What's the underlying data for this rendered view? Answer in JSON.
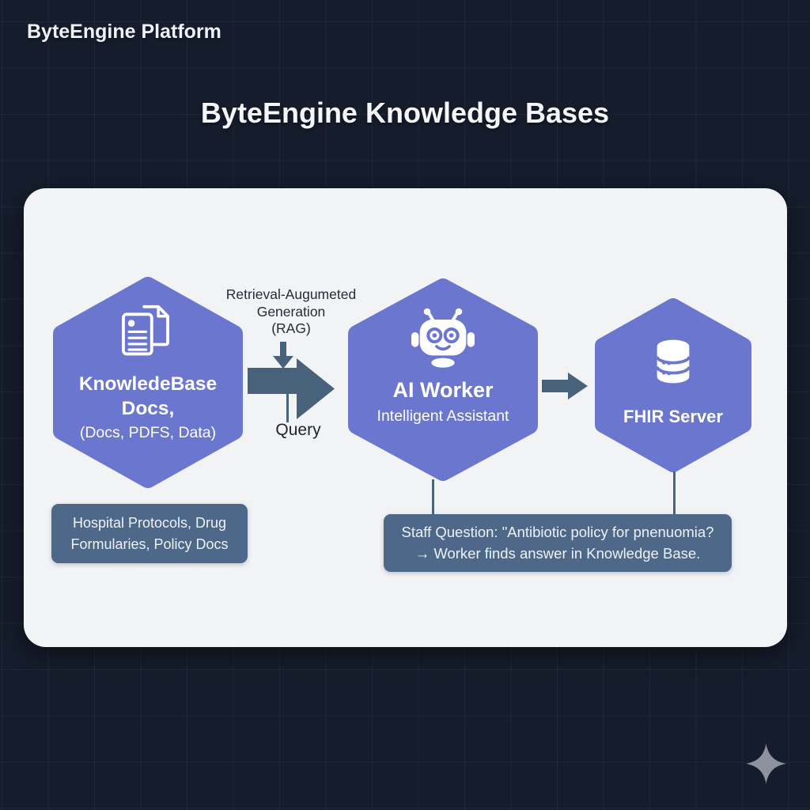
{
  "header": {
    "platform_label": "ByteEngine Platform",
    "title": "ByteEngine Knowledge Bases"
  },
  "diagram": {
    "knowledge_node": {
      "icon": "documents-icon",
      "title_line1": "KnowledeBase",
      "title_line2": "Docs,",
      "subtitle": "(Docs, PDFS, Data)"
    },
    "ai_node": {
      "icon": "robot-icon",
      "title": "AI Worker",
      "subtitle": "Intelligent Assistant"
    },
    "fhir_node": {
      "icon": "database-icon",
      "title": "FHIR Server"
    },
    "rag_annotation": {
      "line1": "Retrieval-Augumeted",
      "line2": "Generation",
      "line3": "(RAG)"
    },
    "query_label": "Query",
    "source_note": {
      "line1": "Hospital Protocols, Drug",
      "line2": "Formularies, Policy Docs"
    },
    "example_note": {
      "line1": "Staff Question: \"Antibiotic policy for pnenuomia?",
      "line2": "→ Worker finds answer in Knowledge Base."
    }
  },
  "colors": {
    "background": "#151c2b",
    "card": "#f2f3f5",
    "hexagon": "#6b76ce",
    "arrow": "#48627c",
    "note_box": "#4e6889",
    "sparkle": "#8d929e"
  }
}
